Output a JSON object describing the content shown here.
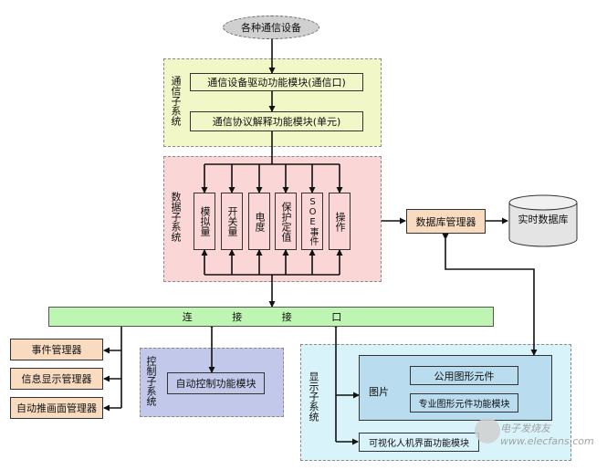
{
  "top_device": "各种通信设备",
  "comm_subsystem": {
    "label": "通信子系统",
    "driver_module": "通信设备驱动功能模块(通信口)",
    "protocol_module": "通信协议解释功能模块(单元)"
  },
  "data_subsystem": {
    "label": "数据子系统",
    "items": [
      "模拟量",
      "开关量",
      "电度",
      "保护定值",
      "SOE事件",
      "操作"
    ]
  },
  "db_manager": "数据库管理器",
  "realtime_db": "实时数据库",
  "interface_bar": "连 接 接 口",
  "left_managers": [
    "事件管理器",
    "信息显示管理器",
    "自动推画面管理器"
  ],
  "control_subsystem": {
    "label": "控制子系统",
    "module": "自动控制功能模块"
  },
  "display_subsystem": {
    "label": "显示子系统",
    "picture": "图片",
    "public_element": "公用图形元件",
    "special_element": "专业图形元件功能模块",
    "hmi_module": "可视化人机界面功能模块"
  },
  "watermark": "电子发烧友 www.elecfans.com",
  "colors": {
    "comm_bg": "#f1f7c6",
    "data_bg": "#fbd6d6",
    "interface_bg": "#bff5b2",
    "orange_box": "#f9dcc0",
    "control_bg": "#c2c8ea",
    "display_bg": "#d9f3fb",
    "picture_bg": "#b9dcef",
    "cylinder": "#e4e4e4"
  }
}
